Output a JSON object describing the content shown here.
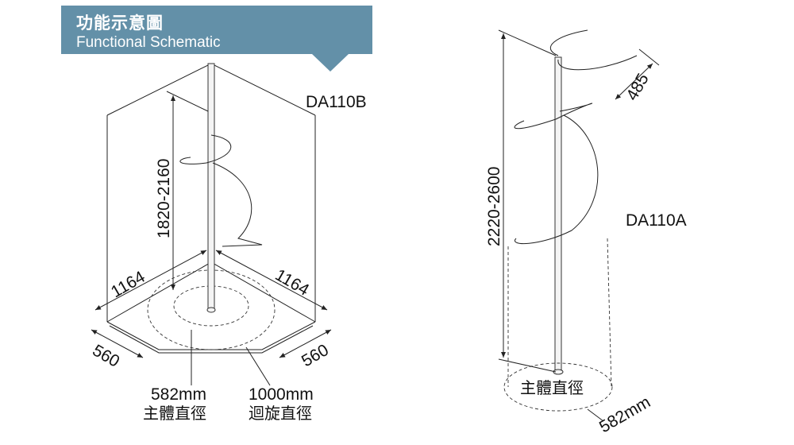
{
  "header": {
    "title_zh": "功能示意圖",
    "title_en": "Functional Schematic",
    "color": "#6390a8"
  },
  "left_diagram": {
    "model": "DA110B",
    "height_range": "1820-2160",
    "wall_left": "1164",
    "wall_right": "1164",
    "edge_left": "560",
    "edge_right": "560",
    "body_diameter": "582mm",
    "body_diameter_label": "主體直徑",
    "swing_diameter": "1000mm",
    "swing_diameter_label": "迴旋直徑"
  },
  "right_diagram": {
    "model": "DA110A",
    "height_range": "2220-2600",
    "arm_length": "485",
    "body_diameter_label": "主體直徑",
    "body_diameter": "582mm"
  }
}
